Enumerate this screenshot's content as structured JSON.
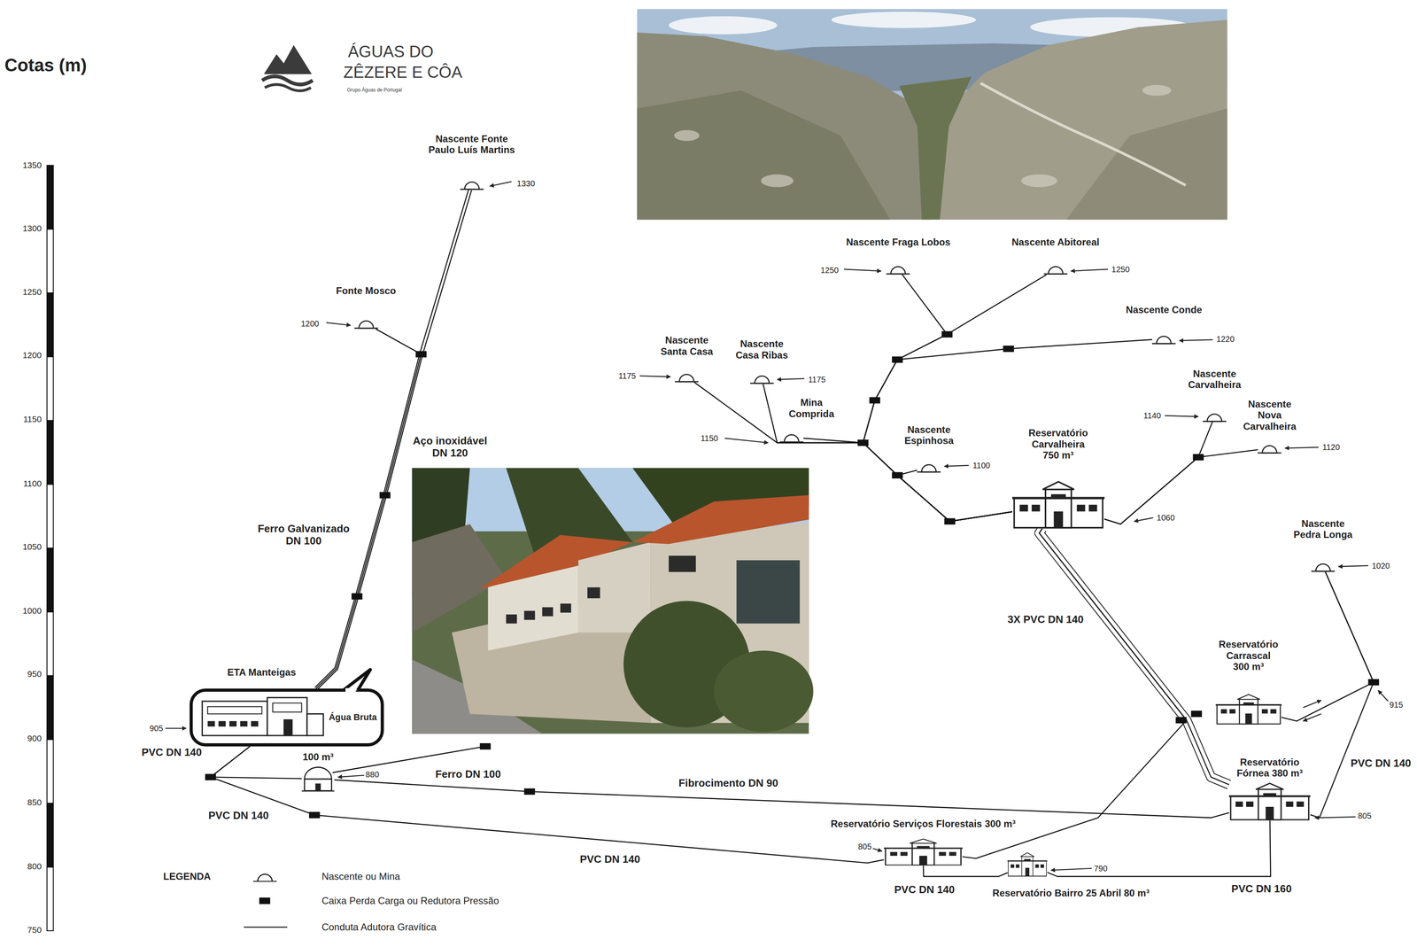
{
  "diagram": {
    "nodes": [
      {
        "text": [
          "Nascente Fonte Paulo Luís Martins"
        ]
      },
      {
        "text": [
          "Fonte Mosco"
        ]
      },
      {
        "text": [
          "Nascente Fraga Lobos"
        ]
      },
      {
        "text": [
          "Nascente Abitoreal"
        ]
      },
      {
        "text": [
          "Nascente Conde"
        ]
      },
      {
        "text": [
          "Nascente Santa Casa"
        ]
      },
      {
        "text": [
          "Nascente Casa Ribas"
        ]
      },
      {
        "text": [
          "Mina Comprida"
        ]
      },
      {
        "text": [
          "Nascente Carvalheira"
        ]
      },
      {
        "text": [
          "Nascente Espinhosa"
        ]
      },
      {
        "text": [
          "Reservatório Carvalheira 750 m³"
        ]
      },
      {
        "text": [
          "Nascente Nova Carvalheira"
        ]
      },
      {
        "text": [
          "Nascente Pedra Longa"
        ]
      },
      {
        "text": [
          "Reservatório Carrascal 300 m³"
        ]
      },
      {
        "text": [
          "ETA Manteigas",
          "Água Bruta"
        ]
      },
      {
        "text": [
          "100 m³"
        ]
      },
      {
        "text": [
          "Reservatório Fórnea 380 m³"
        ]
      },
      {
        "text": [
          "Reservatório Serviços Florestais 300 m³"
        ]
      },
      {
        "text": [
          "Reservatório Bairro 25 Abril 80 m³"
        ]
      }
    ],
    "edges": [
      {
        "from": 0,
        "to": 14,
        "arrow": "none"
      },
      {
        "from": 1,
        "to": 14,
        "arrow": "none"
      },
      {
        "from": 2,
        "to": 10,
        "arrow": "none"
      },
      {
        "from": 3,
        "to": 10,
        "arrow": "none"
      },
      {
        "from": 4,
        "to": 10,
        "arrow": "none"
      },
      {
        "from": 5,
        "to": 10,
        "arrow": "none"
      },
      {
        "from": 6,
        "to": 10,
        "arrow": "none"
      },
      {
        "from": 7,
        "to": 10,
        "arrow": "none"
      },
      {
        "from": 9,
        "to": 10,
        "arrow": "none"
      },
      {
        "from": 8,
        "to": 10,
        "arrow": "none"
      },
      {
        "from": 11,
        "to": 10,
        "arrow": "none"
      },
      {
        "from": 12,
        "to": 13,
        "arrow": "none"
      },
      {
        "from": 12,
        "to": 16,
        "label": "PVC DN 140",
        "arrow": "none"
      },
      {
        "from": 10,
        "to": 16,
        "label": "3X PVC DN 140",
        "arrow": "none"
      },
      {
        "from": 10,
        "to": 17,
        "arrow": "none"
      },
      {
        "from": 14,
        "to": 15,
        "arrow": "none"
      },
      {
        "from": 14,
        "to": 17,
        "label": "PVC DN 140",
        "arrow": "none"
      },
      {
        "from": 15,
        "to": 16,
        "label": "Fibrocimento DN 90",
        "arrow": "none"
      },
      {
        "from": 17,
        "to": 18,
        "label": "PVC DN 140",
        "arrow": "none"
      },
      {
        "from": 16,
        "to": 18,
        "label": "PVC DN 160",
        "arrow": "none"
      }
    ],
    "labels": [
      "Cotas (m)",
      "1350",
      "1300",
      "1250",
      "1200",
      "1150",
      "1100",
      "1050",
      "1000",
      "950",
      "900",
      "850",
      "800",
      "750",
      "ÁGUAS DO",
      "ZÊZERE E CÔA",
      "Grupo Águas de Portugal",
      "1330",
      "1200",
      "Aço inoxidável DN 120",
      "Ferro Galvanizado DN 100",
      "1250",
      "1250",
      "1220",
      "1175",
      "1175",
      "1150",
      "1100",
      "1140",
      "1120",
      "1060",
      "1020",
      "915",
      "905",
      "PVC DN 140",
      "880",
      "Ferro DN 100",
      "PVC DN 140",
      "805",
      "805",
      "790",
      "LEGENDA"
    ],
    "legend": [
      {
        "text": "Nascente ou Mina"
      },
      {
        "text": "Caixa Perda Carga ou Redutora Pressão",
        "color": "#111111"
      },
      {
        "text": "Conduta Adutora Gravítica"
      }
    ]
  }
}
